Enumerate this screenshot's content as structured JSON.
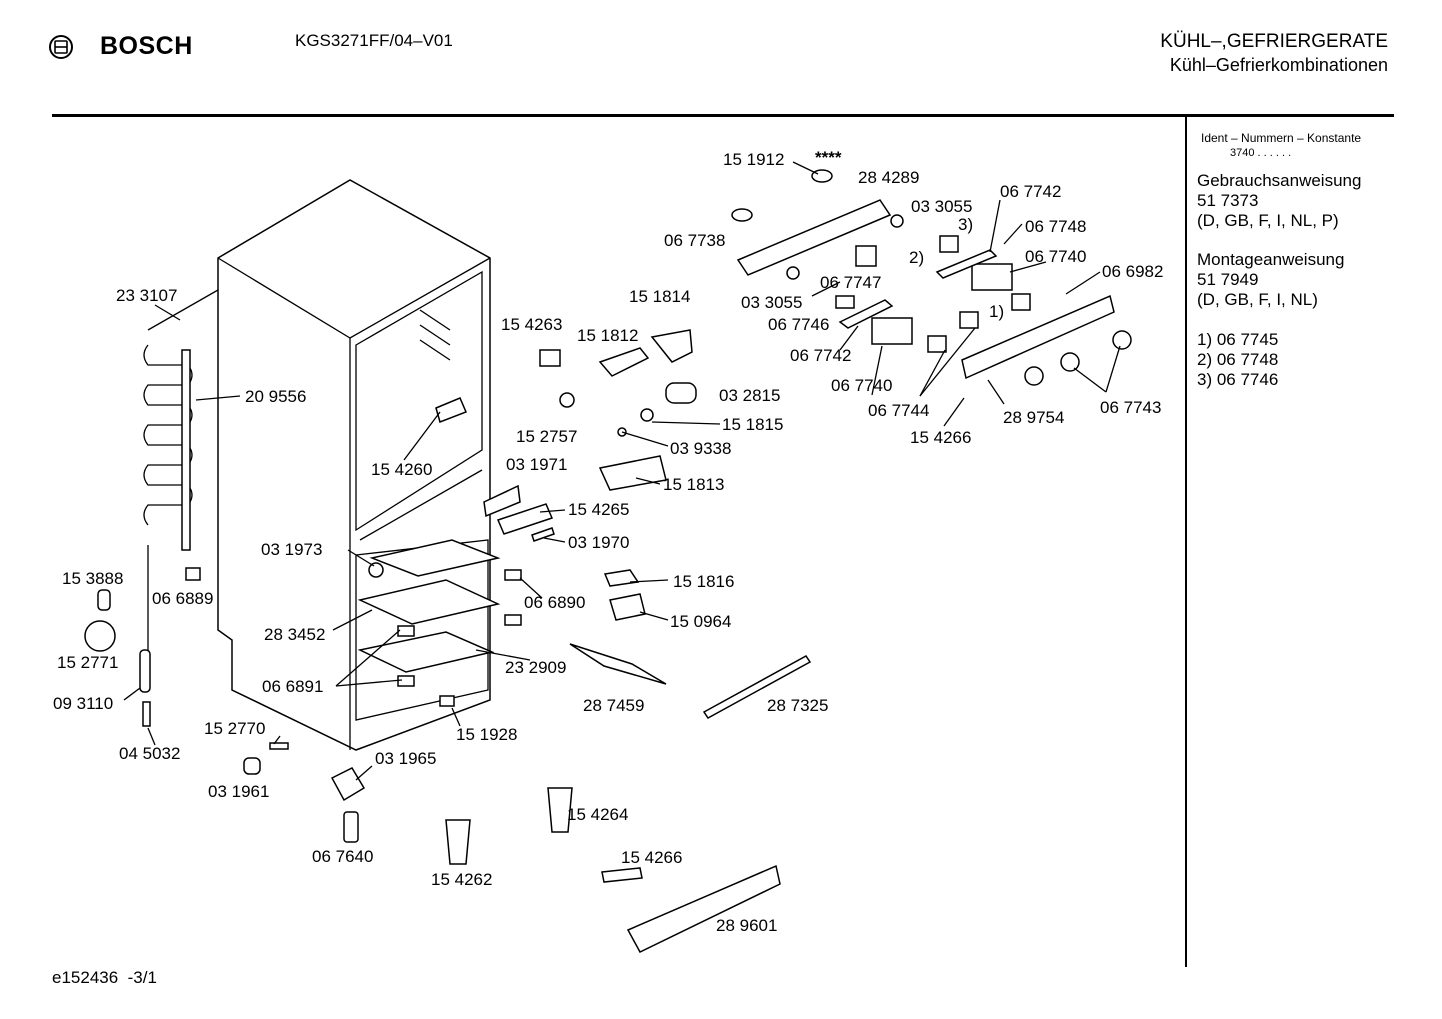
{
  "header": {
    "brand": "BOSCH",
    "model": "KGS3271FF/04–V01",
    "category": "KÜHL–,GEFRIERGERATE",
    "subcategory": "Kühl–Gefrierkombinationen"
  },
  "side_panel": {
    "ident_title": "Ident – Nummern – Konstante",
    "ident_value": "3740  .  .     .  .  .  .",
    "docs": [
      {
        "title": "Gebrauchsanweisung",
        "number": "51 7373",
        "langs": "(D, GB, F, I, NL, P)"
      },
      {
        "title": "Montageanweisung",
        "number": "51 7949",
        "langs": "(D, GB, F, I, NL)"
      }
    ],
    "notes": [
      "1)  06 7745",
      "2)  06 7748",
      "3)  06 7746"
    ]
  },
  "labels": {
    "p151912": "15 1912",
    "stars": "****",
    "p284289": "28 4289",
    "p033055a": "03 3055",
    "n3a": "3)",
    "p067742a": "06 7742",
    "p067748": "06 7748",
    "p067738": "06 7738",
    "p067747": "06 7747",
    "n2a": "2)",
    "p067740a": "06 7740",
    "p066982": "06 6982",
    "p033055b": "03 3055",
    "n1a": "1)",
    "p067746": "06 7746",
    "p067742b": "06 7742",
    "p067740b": "06 7740",
    "p067744": "06 7744",
    "p289754": "28 9754",
    "p067743": "06 7743",
    "p154266a": "15 4266",
    "p151814": "15 1814",
    "p154263": "15 4263",
    "p151812": "15 1812",
    "p032815": "03 2815",
    "p233107": "23 3107",
    "p209556": "20 9556",
    "p152757": "15 2757",
    "p151815": "15 1815",
    "p039338": "03 9338",
    "p154260": "15 4260",
    "p031971": "03 1971",
    "p151813": "15 1813",
    "p154265": "15 4265",
    "p031970": "03 1970",
    "p031973": "03 1973",
    "p153888": "15 3888",
    "p066889": "06 6889",
    "p151816": "15 1816",
    "p066890": "06 6890",
    "p150964": "15 0964",
    "p283452": "28 3452",
    "p152771": "15 2771",
    "p232909": "23 2909",
    "p093110": "09 3110",
    "p066891": "06 6891",
    "p287459": "28 7459",
    "p287325": "28 7325",
    "p152770": "15 2770",
    "p151928": "15 1928",
    "p045032": "04 5032",
    "p031965": "03 1965",
    "p031961": "03 1961",
    "p154264": "15 4264",
    "p067640": "06 7640",
    "p154262": "15 4262",
    "p154266b": "15 4266",
    "p289601": "28 9601"
  },
  "footer": {
    "code": "e152436",
    "page": "-3/1"
  }
}
